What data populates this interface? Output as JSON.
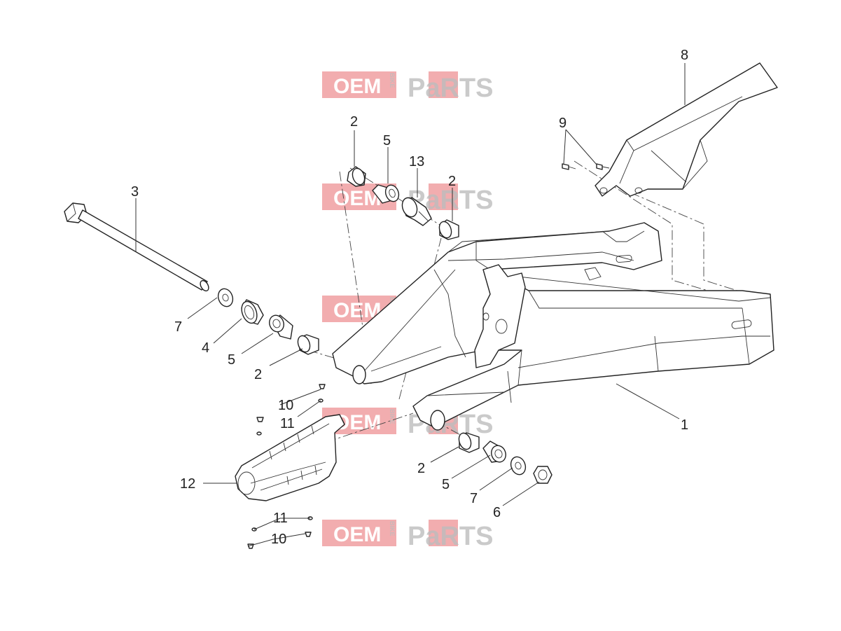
{
  "diagram": {
    "watermark": {
      "left": "OEM",
      "vertical": "BIKE",
      "right": "PaRTS"
    },
    "callouts": [
      {
        "id": "c1",
        "label": "1"
      },
      {
        "id": "c2a",
        "label": "2"
      },
      {
        "id": "c2b",
        "label": "2"
      },
      {
        "id": "c2c",
        "label": "2"
      },
      {
        "id": "c2d",
        "label": "2"
      },
      {
        "id": "c3",
        "label": "3"
      },
      {
        "id": "c4",
        "label": "4"
      },
      {
        "id": "c5a",
        "label": "5"
      },
      {
        "id": "c5b",
        "label": "5"
      },
      {
        "id": "c5c",
        "label": "5"
      },
      {
        "id": "c6",
        "label": "6"
      },
      {
        "id": "c7a",
        "label": "7"
      },
      {
        "id": "c7b",
        "label": "7"
      },
      {
        "id": "c8",
        "label": "8"
      },
      {
        "id": "c9",
        "label": "9"
      },
      {
        "id": "c10a",
        "label": "10"
      },
      {
        "id": "c10b",
        "label": "10"
      },
      {
        "id": "c11a",
        "label": "11"
      },
      {
        "id": "c11b",
        "label": "11"
      },
      {
        "id": "c12",
        "label": "12"
      },
      {
        "id": "c13",
        "label": "13"
      }
    ]
  }
}
